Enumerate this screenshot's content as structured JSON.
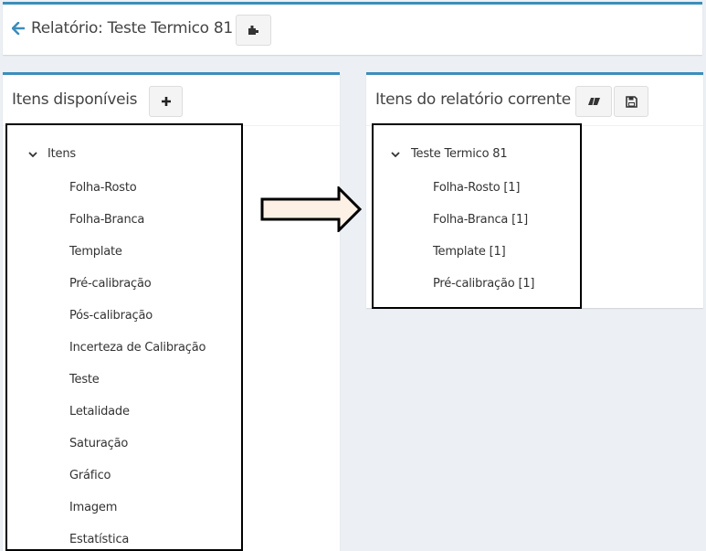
{
  "header": {
    "title": "Relatório: Teste Termico 81",
    "back_icon": "arrow-left-icon",
    "plugin_icon": "puzzle-icon"
  },
  "available": {
    "title": "Itens disponíveis",
    "add_icon": "plus-icon",
    "root": "Itens",
    "items": [
      "Folha-Rosto",
      "Folha-Branca",
      "Template",
      "Pré-calibração",
      "Pós-calibração",
      "Incerteza de Calibração",
      "Teste",
      "Letalidade",
      "Saturação",
      "Gráfico",
      "Imagem",
      "Estatística"
    ]
  },
  "current": {
    "title": "Itens do relatório corrente",
    "eraser_icon": "eraser-icon",
    "save_icon": "save-icon",
    "root": "Teste Termico 81",
    "items": [
      "Folha-Rosto [1]",
      "Folha-Branca [1]",
      "Template [1]",
      "Pré-calibração [1]"
    ]
  },
  "colors": {
    "accent": "#3c8dbc",
    "arrow_fill": "#fdf1e6"
  }
}
